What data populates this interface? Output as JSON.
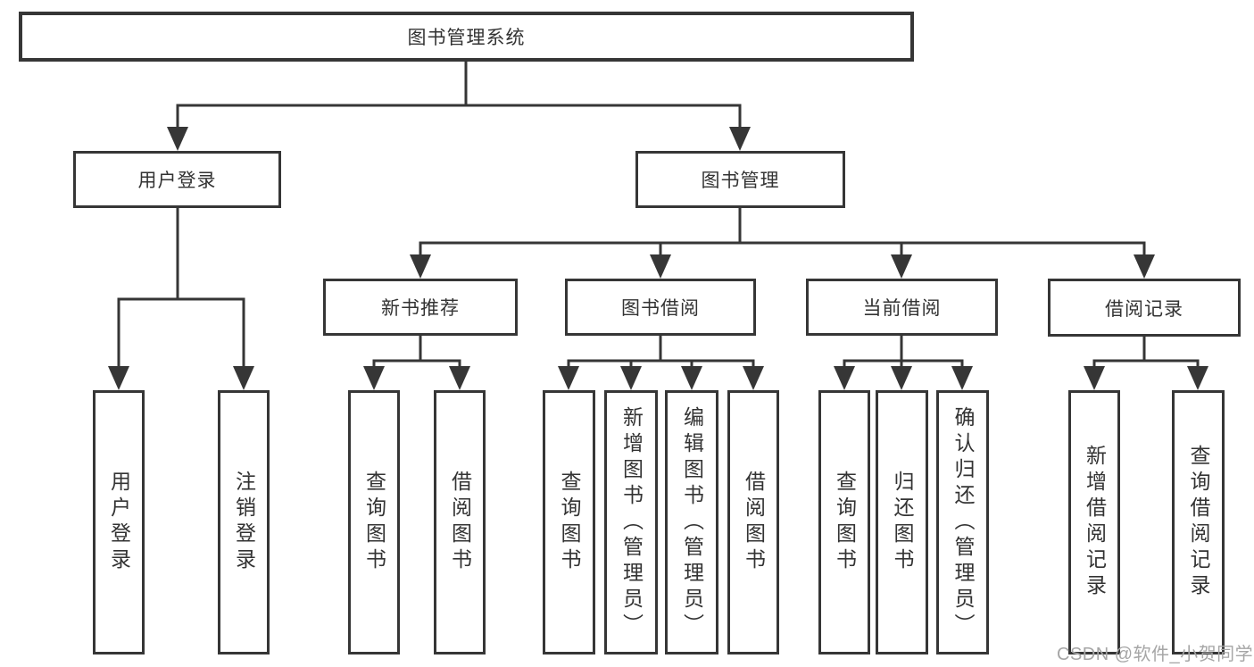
{
  "diagram_title": "图书管理系统",
  "hierarchy": {
    "label": "图书管理系统",
    "children": [
      {
        "label": "用户登录",
        "children": [
          {
            "label": "用户登录"
          },
          {
            "label": "注销登录"
          }
        ]
      },
      {
        "label": "图书管理",
        "children": [
          {
            "label": "新书推荐",
            "children": [
              {
                "label": "查询图书"
              },
              {
                "label": "借阅图书"
              }
            ]
          },
          {
            "label": "图书借阅",
            "children": [
              {
                "label": "查询图书"
              },
              {
                "label": "新增图书（管理员）"
              },
              {
                "label": "编辑图书（管理员）"
              },
              {
                "label": "借阅图书"
              }
            ]
          },
          {
            "label": "当前借阅",
            "children": [
              {
                "label": "查询图书"
              },
              {
                "label": "归还图书"
              },
              {
                "label": "确认归还（管理员）"
              }
            ]
          },
          {
            "label": "借阅记录",
            "children": [
              {
                "label": "新增借阅记录"
              },
              {
                "label": "查询借阅记录"
              }
            ]
          }
        ]
      }
    ]
  },
  "watermark": {
    "text": "CSDN @软件_小贺同学"
  },
  "colors": {
    "line": "#363636",
    "box_border": "#363636",
    "text": "#333333",
    "background": "#ffffff",
    "watermark": "#a6a6a6"
  }
}
